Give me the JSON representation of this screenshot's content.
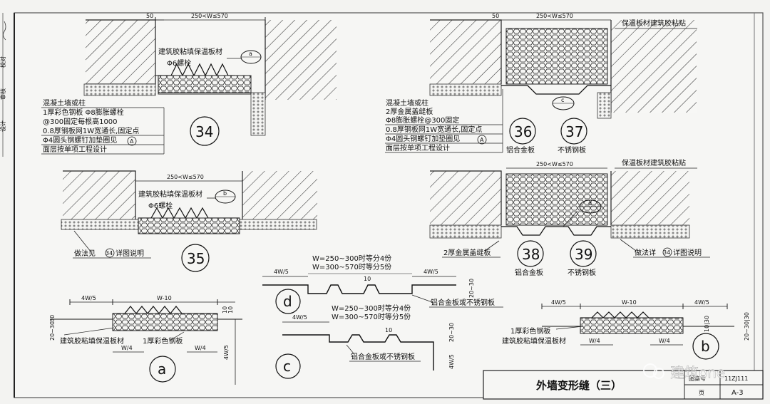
{
  "drawing": {
    "title": "外墙变形缝（三）",
    "atlas_label": "图集号",
    "atlas_no": "11ZJ111",
    "page_label": "页",
    "page_no": "A-3",
    "side_marks": [
      "校对",
      "审核",
      "设计"
    ],
    "watermark": "建筑one"
  },
  "d34": {
    "dim_50": "50",
    "dim_w": "250<W≤570",
    "fill_label": "建筑胶粘填保温板材",
    "bolt_label": "Φ6螺栓",
    "ref": "a",
    "notes": [
      "混凝土墙或柱",
      "1厚彩色钢板 Φ8膨胀螺栓",
      "@300固定每根高1000",
      "0.8厚钢板网1W宽通长,固定点",
      "Φ4圆头钢螺钉加垫圈见",
      "面层按单项工程设计"
    ],
    "note_ref": "A",
    "number": "34"
  },
  "d35": {
    "dim_w": "250<W≤570",
    "fill_label": "建筑胶粘填保温板材",
    "bolt_label": "Φ6螺栓",
    "ref": "b",
    "note_pre": "做法见",
    "note_ref": "34",
    "note_post": "详图说明",
    "number": "35"
  },
  "d36": {
    "dim_50": "50",
    "dim_w": "250<W≤570",
    "top_label": "保温板材建筑胶粘贴",
    "ref": "c",
    "notes": [
      "混凝土墙或柱",
      "2厚金属盖缝板",
      "Φ8膨胀螺栓@300固定",
      "0.8厚钢板网1W宽通长,固定点",
      "Φ4圆头钢螺钉加垫圈见",
      "面层按单项工程设计"
    ],
    "note_ref": "A",
    "number_a": "36",
    "caption_a": "铝合金板",
    "number_b": "37",
    "caption_b": "不锈钢板"
  },
  "d38": {
    "dim_w": "250<W≤570",
    "top_label": "保温板材建筑胶粘贴",
    "ref": "d",
    "cover_label": "2厚金属盖缝板",
    "note_pre": "做法详",
    "note_ref": "34",
    "note_post": "详图说明",
    "number_a": "38",
    "caption_a": "铝合金板",
    "number_b": "39",
    "caption_b": "不锈钢板"
  },
  "detail_a": {
    "dim_left": "4W/5",
    "dim_mid": "W-10",
    "dim_v1": "20~30",
    "dim_v2": "30",
    "dim_r": "10",
    "dim_r2": "10",
    "fill_label": "建筑胶粘填保温板材",
    "sheet_label": "1厚彩色钢板",
    "dim_w4a": "W/4",
    "dim_w4b": "W/4",
    "dim_v3": "4W/5",
    "letter": "a"
  },
  "detail_b": {
    "dim_left": "4W/5",
    "dim_mid": "W-10",
    "dim_right": "4W/5",
    "sheet_label": "1厚彩色钢板",
    "fill_label": "建筑胶粘填保温板材",
    "dim_w4a": "W/4",
    "dim_w4b": "W/4",
    "dim_v1": "10|30",
    "dim_v2": "20~30|30",
    "letter": "b"
  },
  "detail_d": {
    "dim_left": "4W/5",
    "dim_right": "4W/5",
    "rule1": "W=250~300时等分4份",
    "rule2": "W=300~570时等分5份",
    "dim_10": "10",
    "dim_v": "20~30",
    "label": "铝合金板或不锈钢板",
    "letter": "d"
  },
  "detail_c": {
    "dim_left": "4W/5",
    "rule1": "W=250~300时等分4份",
    "rule2": "W=300~570时等分5份",
    "dim_10": "10",
    "dim_v": "20~30",
    "dim_v2": "4W/5",
    "label": "铝合金板或不锈钢板",
    "letter": "c"
  }
}
